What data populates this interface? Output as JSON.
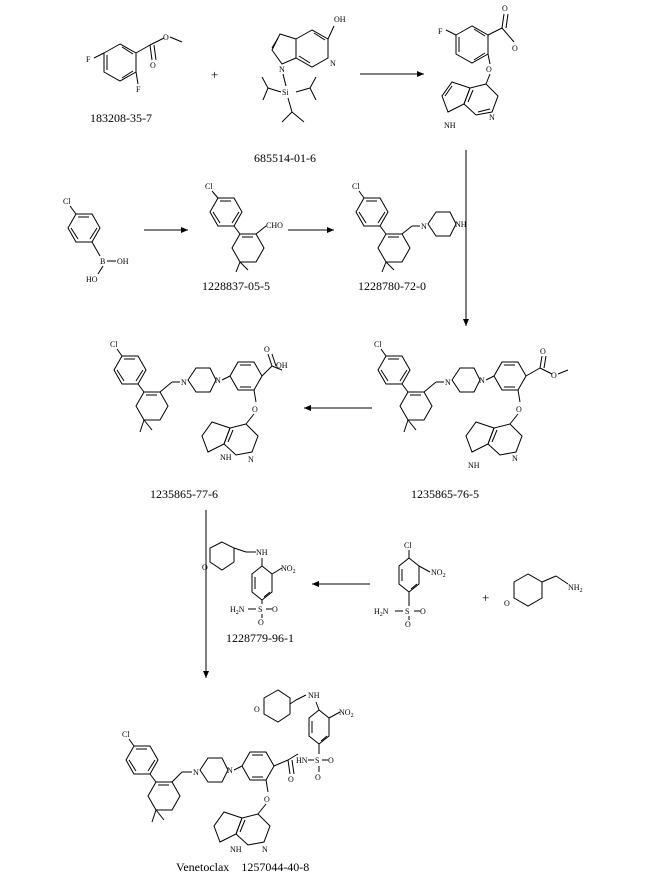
{
  "plus_sign": "+",
  "atoms": {
    "F": "F",
    "Cl": "Cl",
    "OH": "OH",
    "O": "O",
    "N": "N",
    "NH": "NH",
    "Si": "Si",
    "B": "B",
    "HO": "HO",
    "CHO": "CHO",
    "NO2": "NO",
    "NO2_sub": "2",
    "H2N": "H",
    "H2N_sub": "2",
    "H2N_N": "N",
    "S": "S",
    "NH2": "NH",
    "NH2_sub": "2",
    "HN": "HN"
  },
  "compounds": [
    {
      "id": "c1",
      "cas": "183208-35-7"
    },
    {
      "id": "c2",
      "cas": "685514-01-6"
    },
    {
      "id": "c3",
      "cas": ""
    },
    {
      "id": "c4",
      "cas": ""
    },
    {
      "id": "c5",
      "cas": "1228837-05-5"
    },
    {
      "id": "c6",
      "cas": "1228780-72-0"
    },
    {
      "id": "c7",
      "cas": "1235865-77-6"
    },
    {
      "id": "c8",
      "cas": "1235865-76-5"
    },
    {
      "id": "c9",
      "cas": "1228779-96-1"
    },
    {
      "id": "c10",
      "cas": ""
    },
    {
      "id": "c11",
      "cas": ""
    },
    {
      "id": "c12",
      "name": "Venetoclax",
      "cas": "1257044-40-8"
    }
  ]
}
